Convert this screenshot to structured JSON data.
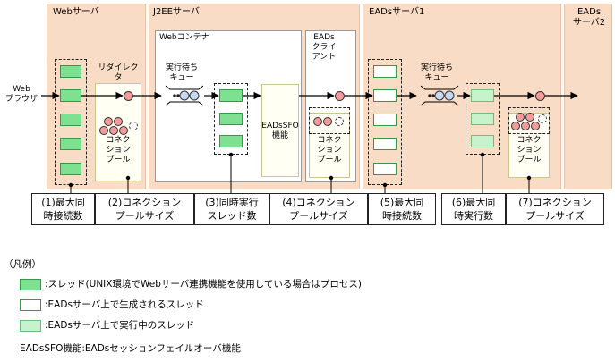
{
  "zones": {
    "web_server": "Webサーバ",
    "j2ee_server": "J2EEサーバ",
    "eads_server1": "EADsサーバ1",
    "eads_server2": "EADs\nサーバ2"
  },
  "inner": {
    "web_container": "Webコンテナ",
    "eads_client": "EADs\nクライ\nアント",
    "redirector": "リダイレク\nタ",
    "sfo_function": "EADsSFO\n機能"
  },
  "web_browser": "Web\nブラウザ",
  "queues": {
    "j2ee": "実行待ち\nキュー",
    "eads": "実行待ち\nキュー"
  },
  "pools": {
    "redirector": "コネク\nション\nプール",
    "eads_client": "コネク\nション\nプール",
    "eads_server": "コネク\nション\nプール"
  },
  "labels": [
    "(1)最大同\n時接続数",
    "(2)コネクション\nプールサイズ",
    "(3)同時実行\nスレッド数",
    "(4)コネクション\nプールサイズ",
    "(5)最大同\n時接続数",
    "(6)最大同\n時実行数",
    "(7)コネクション\nプールサイズ"
  ],
  "legend": {
    "heading": "（凡例）",
    "items": [
      ":スレッド(UNIX環境でWebサーバ連携機能を使用している場合はプロセス)",
      ":EADsサーバ上で生成されるスレッド",
      ":EADsサーバ上で実行中のスレッド"
    ],
    "note": "EADsSFO機能:EADsセッションフェイルオーバ機能"
  },
  "colors": {
    "zone": "#f8dcc6",
    "thread": "#7ee091",
    "thread_running": "#c6f3cc",
    "connection": "#f59a9a"
  }
}
